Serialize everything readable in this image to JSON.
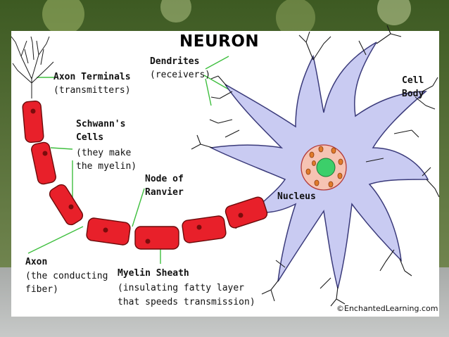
{
  "title": "NEURON",
  "labels": {
    "dendrites": {
      "name": "Dendrites",
      "desc": "(receivers)"
    },
    "axon_terminals": {
      "name": "Axon Terminals",
      "desc": "(transmitters)"
    },
    "cell_body": {
      "line1": "Cell",
      "line2": "Body"
    },
    "schwann": {
      "line1": "Schwann's",
      "line2": "Cells",
      "desc1": "(they make",
      "desc2": "the myelin)"
    },
    "node": {
      "line1": "Node of",
      "line2": "Ranvier"
    },
    "nucleus": "Nucleus",
    "axon": {
      "name": "Axon",
      "desc1": "(the conducting",
      "desc2": "fiber)"
    },
    "myelin": {
      "name": "Myelin Sheath",
      "desc1": "(insulating fatty layer",
      "desc2": "that speeds transmission)"
    }
  },
  "credit": "©EnchantedLearning.com",
  "colors": {
    "myelin_fill": "#e8202a",
    "cell_fill": "#c9cbf2",
    "nucleus_fill": "#f6c3b3",
    "nucleolus_fill": "#3ccf6a",
    "leader_line": "#3fbf3f"
  }
}
